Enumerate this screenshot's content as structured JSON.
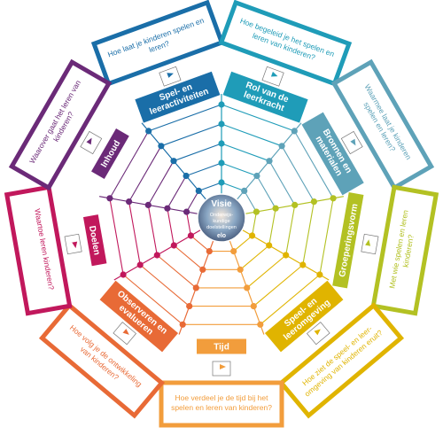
{
  "center": {
    "title": "Visie",
    "lines": [
      "Onderwijs-",
      "kundige",
      "doelstellingen",
      "elo"
    ]
  },
  "segments": [
    {
      "id": "spel",
      "color": "#1a6ea8",
      "label": [
        "Spel- en",
        "leeractiviteiten"
      ],
      "question": [
        "Hoe laat je kinderen spelen en",
        "leren?"
      ]
    },
    {
      "id": "rol",
      "color": "#1f9cb8",
      "label": [
        "Rol van de",
        "leerkracht"
      ],
      "question": [
        "Hoe begeleid je het spelen en",
        "leren van kinderen?"
      ]
    },
    {
      "id": "bronnen",
      "color": "#5ea2b8",
      "label": [
        "Bronnen en",
        "materialen"
      ],
      "question": [
        "Waarmee laat je kinderen",
        "spelen en leren?"
      ]
    },
    {
      "id": "groep",
      "color": "#b3c123",
      "label": [
        "Groeperingsvorm"
      ],
      "question": [
        "Met wie spelen en leren",
        "kinderen?"
      ]
    },
    {
      "id": "omgeving",
      "color": "#e0b400",
      "label": [
        "Speel- en",
        "leeromgeving"
      ],
      "question": [
        "Hoe ziet de speel- en leer-",
        "omgeving van kinderen eruit?"
      ]
    },
    {
      "id": "tijd",
      "color": "#f29d3c",
      "label": [
        "Tijd"
      ],
      "question": [
        "Hoe verdeel je de tijd bij het",
        "spelen en leren van kinderen?"
      ]
    },
    {
      "id": "observeren",
      "color": "#e86a36",
      "label": [
        "Observeren en",
        "evalueren"
      ],
      "question": [
        "Hoe volg je de ontwikkeling",
        "van kinderen?"
      ]
    },
    {
      "id": "doelen",
      "color": "#c1185c",
      "label": [
        "Doelen"
      ],
      "question": [
        "Waartoe leren kinderen?"
      ]
    },
    {
      "id": "inhoud",
      "color": "#6b2a78",
      "label": [
        "Inhoud"
      ],
      "question": [
        "Waarover gaat het leren van",
        "kinderen?"
      ]
    }
  ]
}
